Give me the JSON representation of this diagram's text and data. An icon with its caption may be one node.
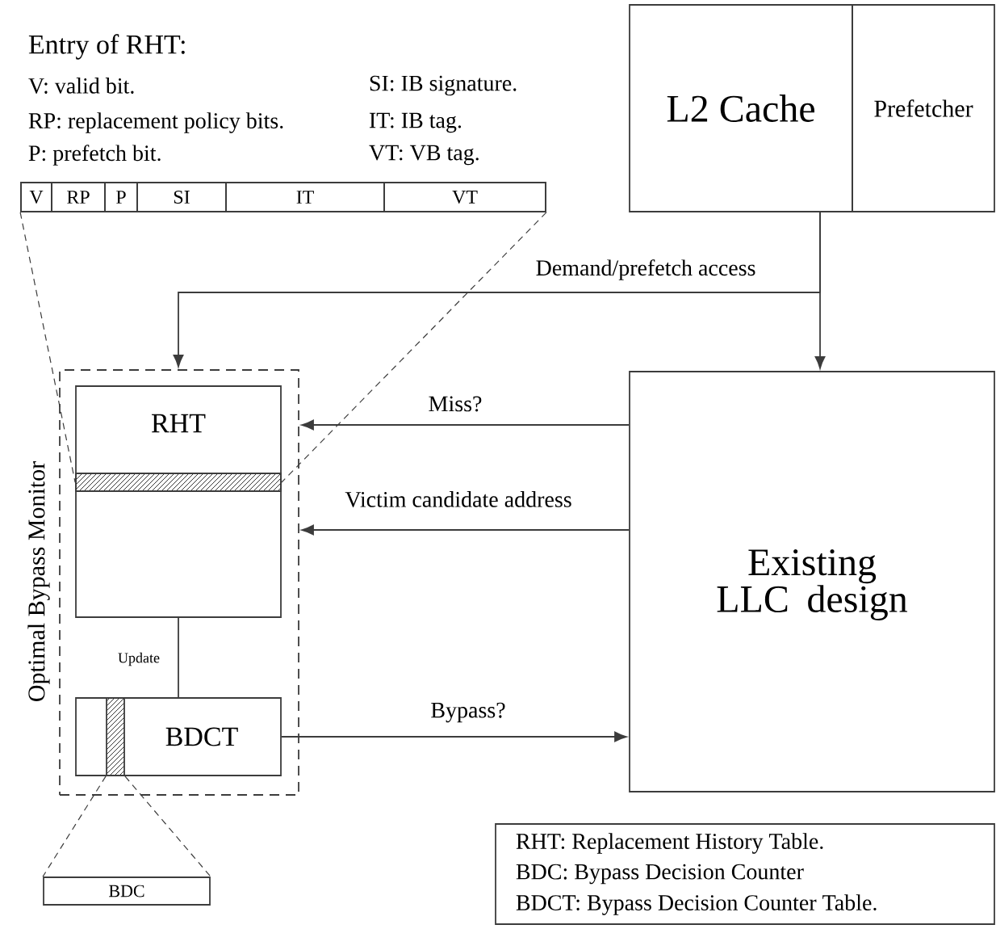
{
  "diagram": {
    "nodes": [
      {
        "text": [
          "Optimal Bypass Monitor"
        ]
      },
      {
        "text": [
          "RHT"
        ],
        "in": 0
      },
      {
        "text": [],
        "shape": "bar",
        "in": 1
      },
      {
        "text": [
          "BDCT"
        ],
        "in": 0
      },
      {
        "text": [],
        "shape": "bar",
        "in": 3
      },
      {
        "text": [
          "BDC"
        ]
      },
      {
        "text": [
          "V",
          "RP",
          "P",
          "SI",
          "IT",
          "VT"
        ]
      },
      {
        "text": [
          "L2 Cache"
        ]
      },
      {
        "text": [
          "Prefetcher"
        ]
      },
      {
        "text": [
          "Existing LLC design"
        ]
      },
      {
        "text": [
          "RHT: Replacement History Table.",
          "BDC: Bypass Decision Counter",
          "BDCT: Bypass Decision Counter Table."
        ]
      }
    ],
    "edges": [
      {
        "from": 7,
        "to": 9,
        "arrow": "to"
      },
      {
        "from": 7,
        "to": 0,
        "arrow": "to",
        "label": "Demand/prefetch access"
      },
      {
        "from": 9,
        "to": 0,
        "arrow": "to",
        "label": "Miss?"
      },
      {
        "from": 9,
        "to": 0,
        "arrow": "to",
        "label": "Victim candidate address"
      },
      {
        "from": 1,
        "to": 3,
        "arrow": "none",
        "label": "Update"
      },
      {
        "from": 3,
        "to": 9,
        "arrow": "to",
        "label": "Bypass?"
      },
      {
        "from": 6,
        "to": 2,
        "arrow": "none",
        "style": "dashed"
      },
      {
        "from": 6,
        "to": 2,
        "arrow": "none",
        "style": "dashed"
      },
      {
        "from": 4,
        "to": 5,
        "arrow": "none",
        "style": "dashed"
      },
      {
        "from": 4,
        "to": 5,
        "arrow": "none",
        "style": "dashed"
      }
    ],
    "labels": [
      "Entry of RHT:",
      "V: valid bit.",
      "SI: IB signature.",
      "RP: replacement policy bits.",
      "IT: IB tag.",
      "P: prefetch bit.",
      "VT: VB tag."
    ]
  }
}
